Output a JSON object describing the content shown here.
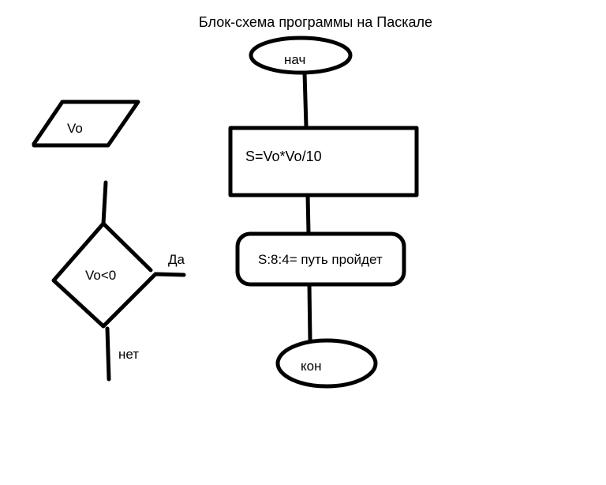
{
  "title": "Блок-схема программы на Паскале",
  "flowchart": {
    "start": "нач",
    "process": "S=Vo*Vo/10",
    "output": "S:8:4= путь пройдет",
    "end": "кон"
  },
  "side": {
    "input": "Vo",
    "condition": "Vo<0",
    "yes": "Да",
    "no": "нет"
  }
}
